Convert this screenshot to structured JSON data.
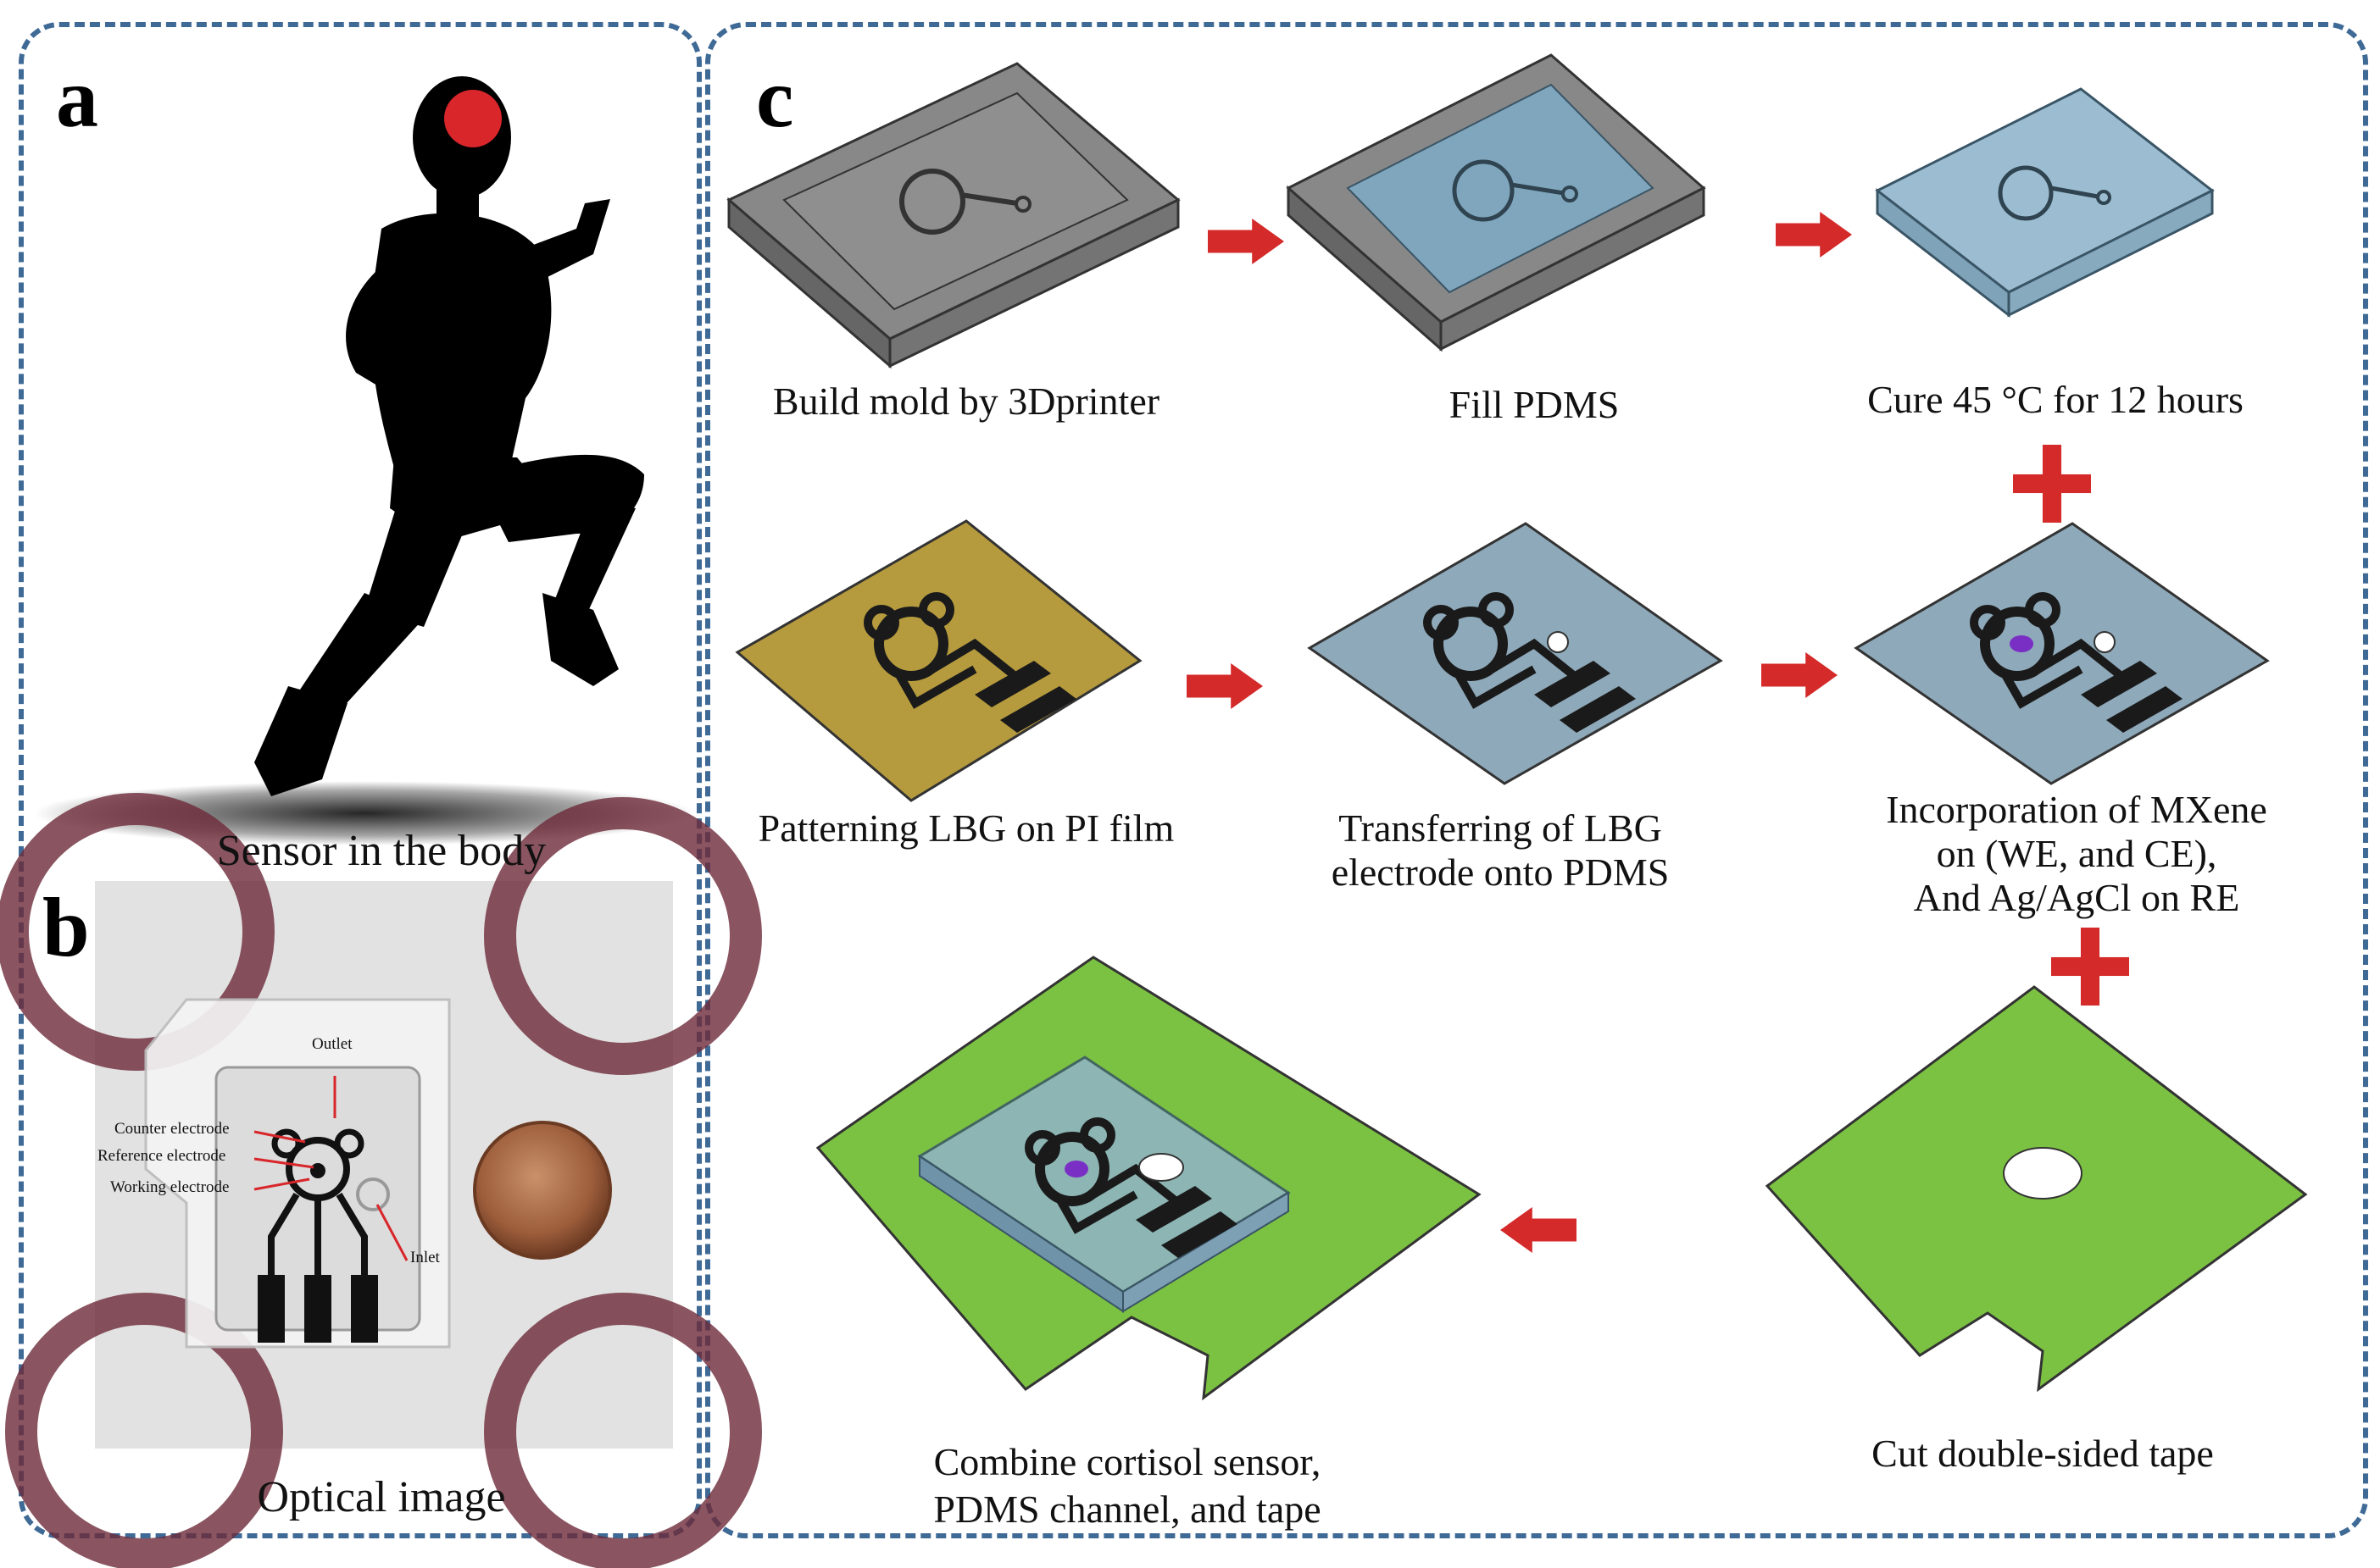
{
  "panels": {
    "a": {
      "label": "a",
      "caption": "Sensor in the body"
    },
    "b": {
      "label": "b",
      "caption": "Optical image",
      "annotations": {
        "outlet": "Outlet",
        "counter": "Counter electrode",
        "reference": "Reference electrode",
        "working": "Working electrode",
        "inlet": "Inlet"
      }
    },
    "c": {
      "label": "c",
      "steps": {
        "mold": "Build mold by 3Dprinter",
        "fill": "Fill  PDMS",
        "cure": "Cure 45 °C for 12 hours",
        "pattern": "Patterning LBG on PI film",
        "transfer_1": "Transferring of LBG",
        "transfer_2": "electrode onto PDMS",
        "incorp_1": "Incorporation of MXene",
        "incorp_2": "on (WE, and CE),",
        "incorp_3": "And Ag/AgCl on RE",
        "tape": "Cut double-sided tape",
        "combine_1": "Combine cortisol sensor,",
        "combine_2": "PDMS channel, and tape"
      }
    }
  },
  "colors": {
    "border": "#3f6a96",
    "arrow": "#d42a2a",
    "mold": "#7d7d7d",
    "pdms": "#8fb3c9",
    "pi_film": "#b69b3e",
    "tape": "#7cc242",
    "electrode": "#1a1a1a",
    "mxene": "#7a2fc4",
    "sensor_dot": "#d8262b"
  }
}
